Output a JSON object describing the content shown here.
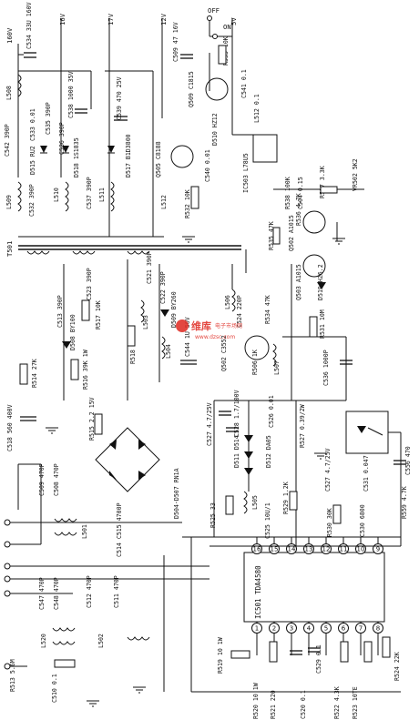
{
  "rails": {
    "v160": "160V",
    "v16": "16V",
    "v17": "17V",
    "v12": "12V",
    "v5": "5V",
    "off": "OFF",
    "on": "ON"
  },
  "labels": {
    "c534": "C534 33U 160V",
    "c533": "C533 0.01",
    "c535": "C535 390P",
    "c538": "C538 1000 35V",
    "c539": "C539 470 25V",
    "c537": "C537 390P",
    "c536": "C536 390P",
    "c542": "C542 390P",
    "c532": "C532 390P",
    "d515": "D515 RU2",
    "d518": "D518 1S1835",
    "d517": "D517 B1D3800",
    "l508": "L508",
    "l509": "L509",
    "l510": "L510",
    "l511": "L511",
    "q509": "Q509 C1815",
    "d510": "D510 HZ12",
    "c540": "C540 0.01",
    "c509": "C509 47 16V",
    "r533": "R533 10K",
    "c541": "C541 0.1",
    "l512": "L512 0.1",
    "q505": "Q505 C8188",
    "l512b": "L512",
    "r532": "R532 10K",
    "ic503": "IC503 L78U5",
    "vr502": "VR502 5K2",
    "r538": "R538 100K",
    "c504": "C504 0.15",
    "r537": "R537 3.3K",
    "r536": "R536 4.7K",
    "q502": "Q502 A1015",
    "r535": "R535 47K",
    "q503": "Q503 A1015",
    "d519": "D519 HZ6.2",
    "t501": "T501",
    "c513": "C513 390P",
    "c523": "C523 390P",
    "c521": "C521 390P",
    "c522": "C522 390P",
    "d509": "D509 BY260",
    "r517": "R517 10K",
    "d508": "D508 BY100",
    "r516": "R516 39K 1W",
    "l503": "L503",
    "l504": "L504",
    "r518": "R518 330K",
    "c544": "C544 1U 50V",
    "c534b": "C534",
    "l506": "L506",
    "c524": "C524 220P",
    "r534": "R534 47K",
    "q502b": "Q502 C3552",
    "r506": "R506 1K",
    "l507": "L507",
    "r531": "R531 10M",
    "c536b": "C536 1000P",
    "r514": "R514 27K",
    "c518": "C518 560 400V",
    "r515": "R515 2.2 15V",
    "d504": "D504-D507 RN1A",
    "c527": "C527 4.7/25V",
    "c528": "C528 1.7/100V",
    "c526": "C526 0.01",
    "r527": "R527 0.39/2W",
    "d511": "D511 D514",
    "d512": "D512 DA05",
    "c531": "C531 0.047",
    "c556": "C556 470",
    "c509a": "C509 470P",
    "c508": "C508 470P",
    "l501": "L501",
    "c514": "C514 C515 4700P",
    "c547": "C547 470P",
    "c548": "C548 470P",
    "l520": "L520",
    "c512": "C512 470P",
    "c511": "C511 470P",
    "l502": "L502",
    "c510": "C510 0.1",
    "r513": "R513 5.6M",
    "r525": "R525 33",
    "l505": "L505",
    "c525": "C525 10U/1",
    "r529": "R529 1.2K",
    "c530": "C530 6800",
    "r530": "R530 30K",
    "r559": "R559 4.7K",
    "ic501": "IC501 TDA4580",
    "r519": "R519 10 1W",
    "r520": "R520 10 1W",
    "r521": "R521 220",
    "c529": "C529 0.1",
    "r522": "R522 4.3K",
    "r523": "R523 10TE",
    "r524": "R524 22K",
    "c520": "C520 0.1"
  },
  "ic_pins_top": [
    "16",
    "15",
    "14",
    "13",
    "12",
    "11",
    "10",
    "9"
  ],
  "ic_pins_bottom": [
    "1",
    "2",
    "3",
    "4",
    "5",
    "6",
    "7",
    "8"
  ],
  "watermark": {
    "brand": "维库",
    "subtitle": "电子市场网",
    "url": "www.dzsc.com"
  }
}
